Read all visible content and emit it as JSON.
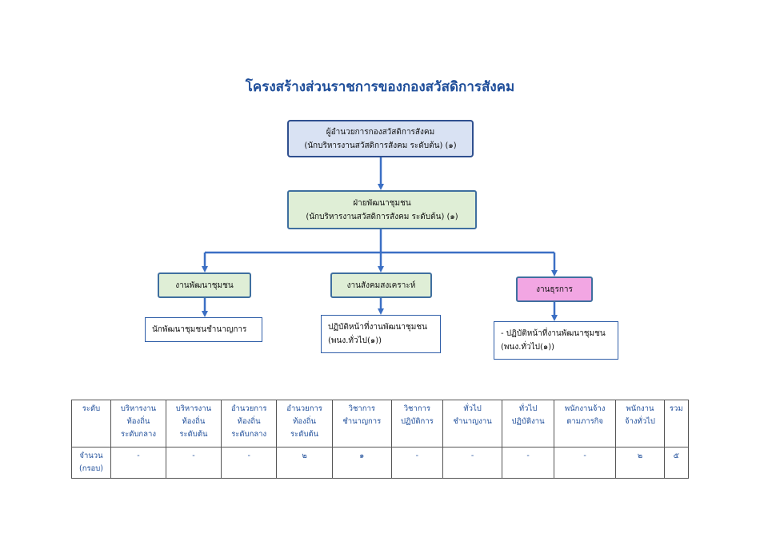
{
  "title": "โครงสร้างส่วนราชการของกองสวัสดิการสังคม",
  "org": {
    "director": {
      "line1": "ผู้อำนวยการกองสวัสดิการสังคม",
      "line2": "(นักบริหารงานสวัสดิการสังคม ระดับต้น) (๑)"
    },
    "division": {
      "line1": "ฝ่ายพัฒนาชุมชน",
      "line2": "(นักบริหารงานสวัสดิการสังคม ระดับต้น) (๑)"
    },
    "units": [
      {
        "label": "งานพัฒนาชุมชน",
        "staff_line1": "นักพัฒนาชุมชนชำนาญการ",
        "staff_line2": ""
      },
      {
        "label": "งานสังคมสงเคราะห์",
        "staff_line1": "ปฏิบัติหน้าที่งานพัฒนาชุมชน",
        "staff_line2": "(พนง.ทั่วไป(๑))"
      },
      {
        "label": "งานธุรการ",
        "staff_line1": "- ปฏิบัติหน้าที่งานพัฒนาชุมชน",
        "staff_line2": "(พนง.ทั่วไป(๑))"
      }
    ]
  },
  "table": {
    "headers": [
      [
        "ระดับ"
      ],
      [
        "บริหารงาน",
        "ท้องถิ่น",
        "ระดับกลาง"
      ],
      [
        "บริหารงาน",
        "ท้องถิ่น",
        "ระดับต้น"
      ],
      [
        "อำนวยการ",
        "ท้องถิ่น",
        "ระดับกลาง"
      ],
      [
        "อำนวยการ",
        "ท้องถิ่น",
        "ระดับต้น"
      ],
      [
        "วิชาการ",
        "ชำนาญการ"
      ],
      [
        "วิชาการ",
        "ปฏิบัติการ"
      ],
      [
        "ทั่วไป",
        "ชำนาญงาน"
      ],
      [
        "ทั่วไป",
        "ปฏิบัติงาน"
      ],
      [
        "พนักงานจ้าง",
        "ตามภารกิจ"
      ],
      [
        "พนักงาน",
        "จ้างทั่วไป"
      ],
      [
        "รวม"
      ]
    ],
    "row_label": [
      "จำนวน",
      "(กรอบ)"
    ],
    "values": [
      "-",
      "-",
      "-",
      "๒",
      "๑",
      "-",
      "-",
      "-",
      "-",
      "๒",
      "๕"
    ]
  },
  "colors": {
    "title": "#1f4e9a",
    "connector": "#3b6fc4",
    "director_fill": "#d9e2f3",
    "unit_fill": "#dfeed6",
    "admin_fill": "#f2a6e3"
  }
}
